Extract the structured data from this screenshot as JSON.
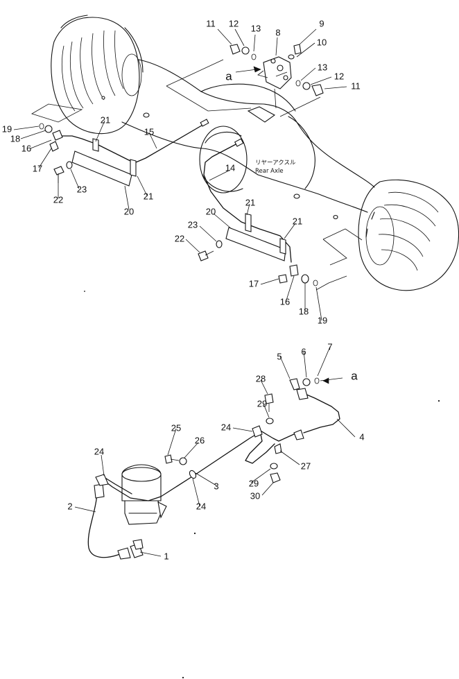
{
  "labels": {
    "p1": "1",
    "p2": "2",
    "p3": "3",
    "p4": "4",
    "p5": "5",
    "p6": "6",
    "p7": "7",
    "p8": "8",
    "p9": "9",
    "p10": "10",
    "p11": "11",
    "p12": "12",
    "p13": "13",
    "p14": "14",
    "p15": "15",
    "p16": "16",
    "p17": "17",
    "p18": "18",
    "p19": "19",
    "p20": "20",
    "p21": "21",
    "p22": "22",
    "p23": "23",
    "p24": "24",
    "p25": "25",
    "p26": "26",
    "p27": "27",
    "p28": "28",
    "p29": "29",
    "p30": "30"
  },
  "connector": "a",
  "axle_note": {
    "jp": "リヤーアクスル",
    "en": "Rear Axle"
  }
}
